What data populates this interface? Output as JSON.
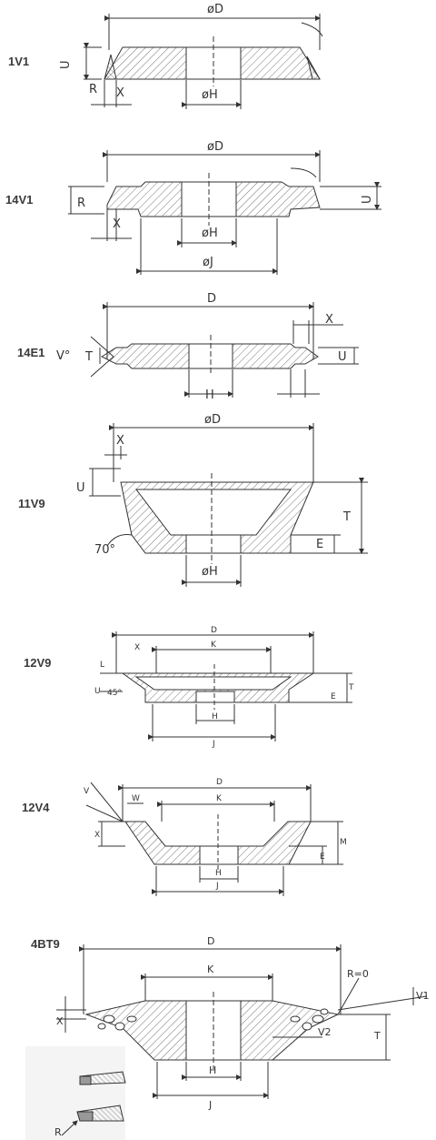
{
  "diagrams": [
    {
      "code": "1V1",
      "labels": {
        "d": "øD",
        "u": "U",
        "r": "R",
        "x": "X",
        "h": "øH"
      }
    },
    {
      "code": "14V1",
      "labels": {
        "d": "øD",
        "r": "R",
        "u": "U",
        "x": "X",
        "h": "øH",
        "j": "øJ"
      }
    },
    {
      "code": "14E1",
      "labels": {
        "d": "D",
        "x": "X",
        "v": "V°",
        "t": "T",
        "u": "U",
        "h": "H"
      }
    },
    {
      "code": "11V9",
      "labels": {
        "d": "øD",
        "x": "X",
        "u": "U",
        "t": "T",
        "e": "E",
        "angle": "70°",
        "h": "øH"
      }
    },
    {
      "code": "12V9",
      "labels": {
        "d": "D",
        "x": "X",
        "k": "K",
        "l": "L",
        "u": "U",
        "angle": "45°",
        "t": "T",
        "e": "E",
        "h": "H",
        "j": "J"
      }
    },
    {
      "code": "12V4",
      "labels": {
        "v": "V",
        "d": "D",
        "w": "W",
        "k": "K",
        "x": "X",
        "e": "E",
        "m": "M",
        "h": "H",
        "j": "J"
      }
    },
    {
      "code": "4BT9",
      "labels": {
        "d": "D",
        "k": "K",
        "r0": "R=0",
        "v1": "V1",
        "x": "X",
        "t": "T",
        "v2": "V2",
        "h": "H",
        "j": "J",
        "r": "R"
      }
    }
  ]
}
